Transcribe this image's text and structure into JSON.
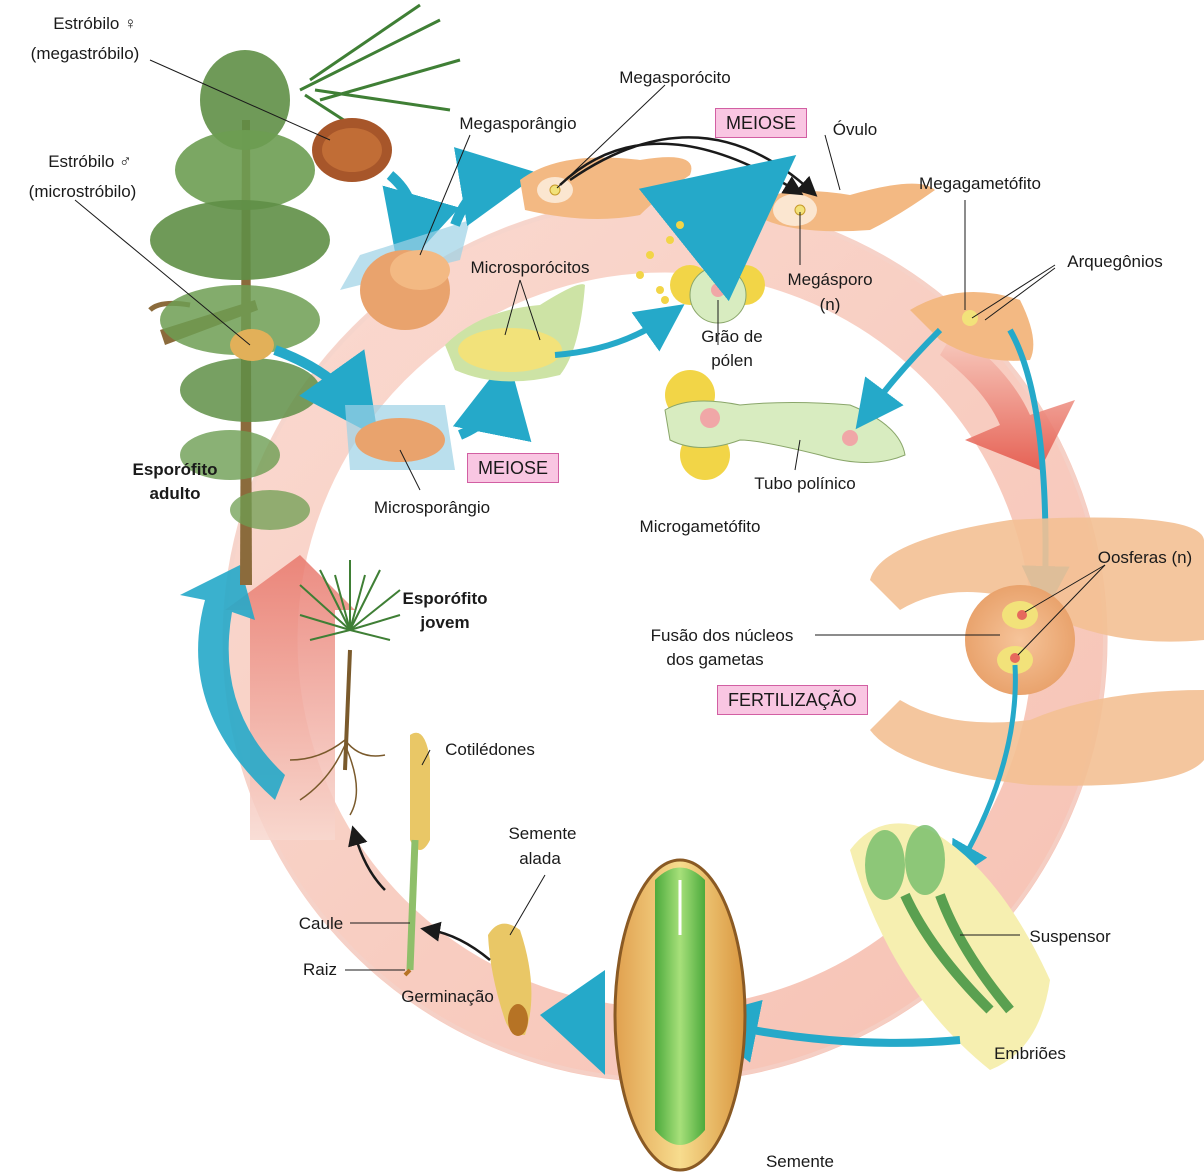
{
  "labels": {
    "estrobilo_femea": "Estróbilo ♀",
    "megastrobilo": "(megastróbilo)",
    "estrobilo_macho": "Estróbilo ♂",
    "microstrobilo": "(microstróbilo)",
    "megasporangio": "Megasporângio",
    "megasporocito": "Megasporócito",
    "ovulo": "Óvulo",
    "megagametofito": "Megagametófito",
    "arquegonios": "Arquegônios",
    "megasporo_1": "Megásporo",
    "megasporo_2": "(n)",
    "microsporocitos": "Microsporócitos",
    "grao_polen_1": "Grão de",
    "grao_polen_2": "pólen",
    "tubo_polinico": "Tubo polínico",
    "microgametofito": "Microgametófito",
    "microsporangio": "Microsporângio",
    "esporofito_adulto_1": "Esporófito",
    "esporofito_adulto_2": "adulto",
    "esporofito_jovem_1": "Esporófito",
    "esporofito_jovem_2": "jovem",
    "oosferas": "Oosferas (n)",
    "fusao_1": "Fusão dos núcleos",
    "fusao_2": "dos gametas",
    "cotiledones": "Cotilédones",
    "semente_alada_1": "Semente",
    "semente_alada_2": "alada",
    "caule": "Caule",
    "raiz": "Raiz",
    "germinacao": "Germinação",
    "suspensor": "Suspensor",
    "embrioes": "Embriões",
    "semente": "Semente"
  },
  "stages": {
    "meiose_top": "MEIOSE",
    "meiose_mid": "MEIOSE",
    "fertilizacao": "FERTILIZAÇÃO"
  },
  "colors": {
    "cycle_ring": "#f6c7b8",
    "arrow_cyan": "#25a9c9",
    "arrow_red": "#e8665a",
    "stage_box": "#f9c6e2",
    "stage_border": "#d25fa3",
    "tissue_orange": "#f3b983",
    "tissue_yellow": "#f2e27a",
    "embryo_green": "#8fd37a",
    "pine_green": "#6a9a4c"
  }
}
